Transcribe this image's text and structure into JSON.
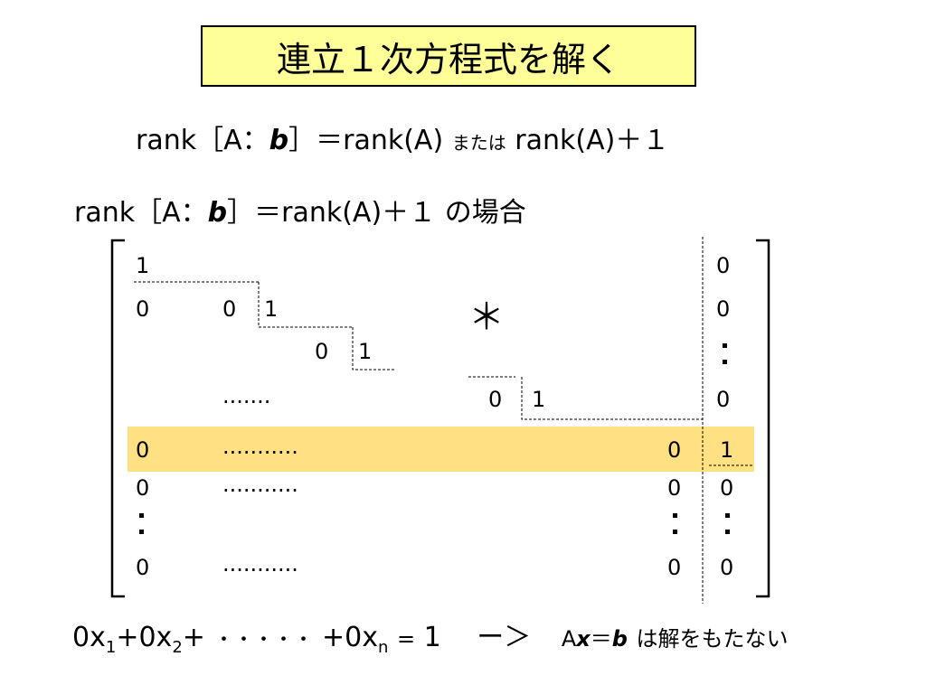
{
  "title": "連立１次方程式を解く",
  "line1": {
    "left": "rank［A：",
    "b": "b",
    "mid": "］＝rank(A)",
    "or": "または",
    "right": "rank(A)＋１"
  },
  "line2": {
    "left": "rank［A：",
    "b": "b",
    "right": "］＝rank(A)＋１",
    "suffix": "の場合"
  },
  "matrix": {
    "one": "1",
    "zero": "0",
    "star": "＊",
    "dots_short": ".......",
    "dots_long": "..........."
  },
  "bottom": {
    "x": "x",
    "s1": "1",
    "s2": "2",
    "sn": "n",
    "plus0": "+0",
    "zero": "0",
    "plus": "+",
    "ellipsis": "・・・・・",
    "equals": "=",
    "one": "1",
    "arrow": "ー＞",
    "A": "A",
    "xvar": "x",
    "eq2": "＝",
    "bvar": "b",
    "conclusion": "は解をもたない"
  },
  "colors": {
    "title_bg": "#ffff99",
    "highlight": "#ffe082"
  }
}
